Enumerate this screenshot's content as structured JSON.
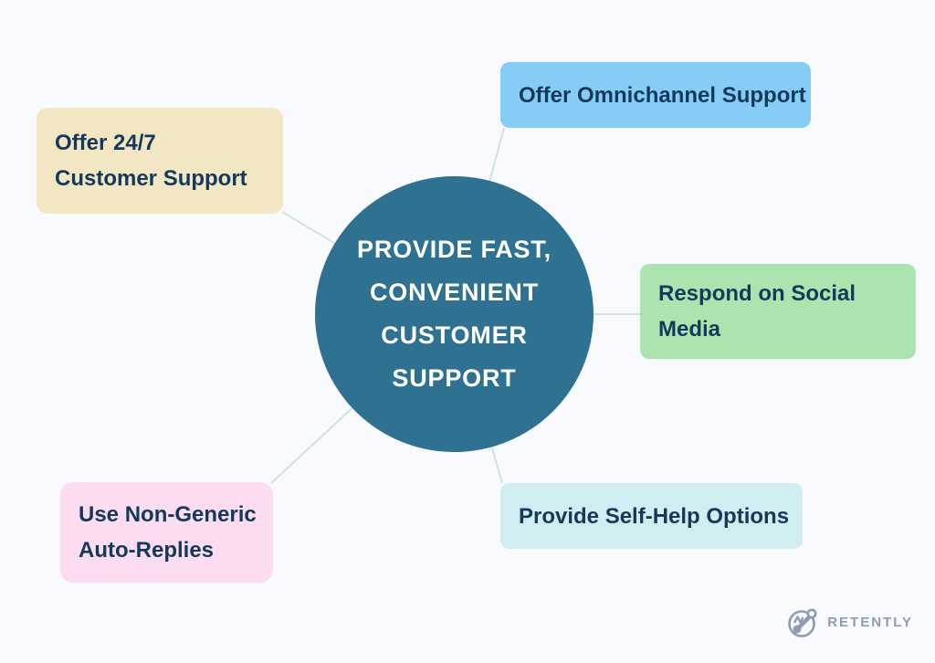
{
  "page": {
    "background_color": "#f8fafd"
  },
  "diagram": {
    "center": {
      "label": "PROVIDE FAST, CONVENIENT CUSTOMER SUPPORT",
      "lines": [
        "PROVIDE FAST,",
        "CONVENIENT",
        "CUSTOMER",
        "SUPPORT"
      ],
      "bg_color": "#2e7190",
      "text_color": "#ffffff"
    },
    "connector_color": "#cfe1e9",
    "node_text_color": "#14395b",
    "nodes": [
      {
        "label": "Offer 24/7 Customer Support",
        "lines": [
          "Offer 24/7",
          "Customer Support"
        ],
        "bg_color": "#f3e6c3",
        "position": "top-left"
      },
      {
        "label": "Offer Omnichannel Support",
        "lines": [
          "Offer Omnichannel Support"
        ],
        "bg_color": "#85cdf7",
        "position": "top-right"
      },
      {
        "label": "Respond on Social Media",
        "lines": [
          "Respond on Social",
          "Media"
        ],
        "bg_color": "#abe4ae",
        "position": "right"
      },
      {
        "label": "Provide Self-Help Options",
        "lines": [
          "Provide Self-Help Options"
        ],
        "bg_color": "#d0edf2",
        "position": "bottom-right"
      },
      {
        "label": "Use Non-Generic Auto-Replies",
        "lines": [
          "Use Non-Generic",
          "Auto-Replies"
        ],
        "bg_color": "#fbdcf0",
        "position": "bottom-left"
      }
    ]
  },
  "branding": {
    "logo_text": "RETENTLY",
    "color": "#8e9cb2"
  }
}
